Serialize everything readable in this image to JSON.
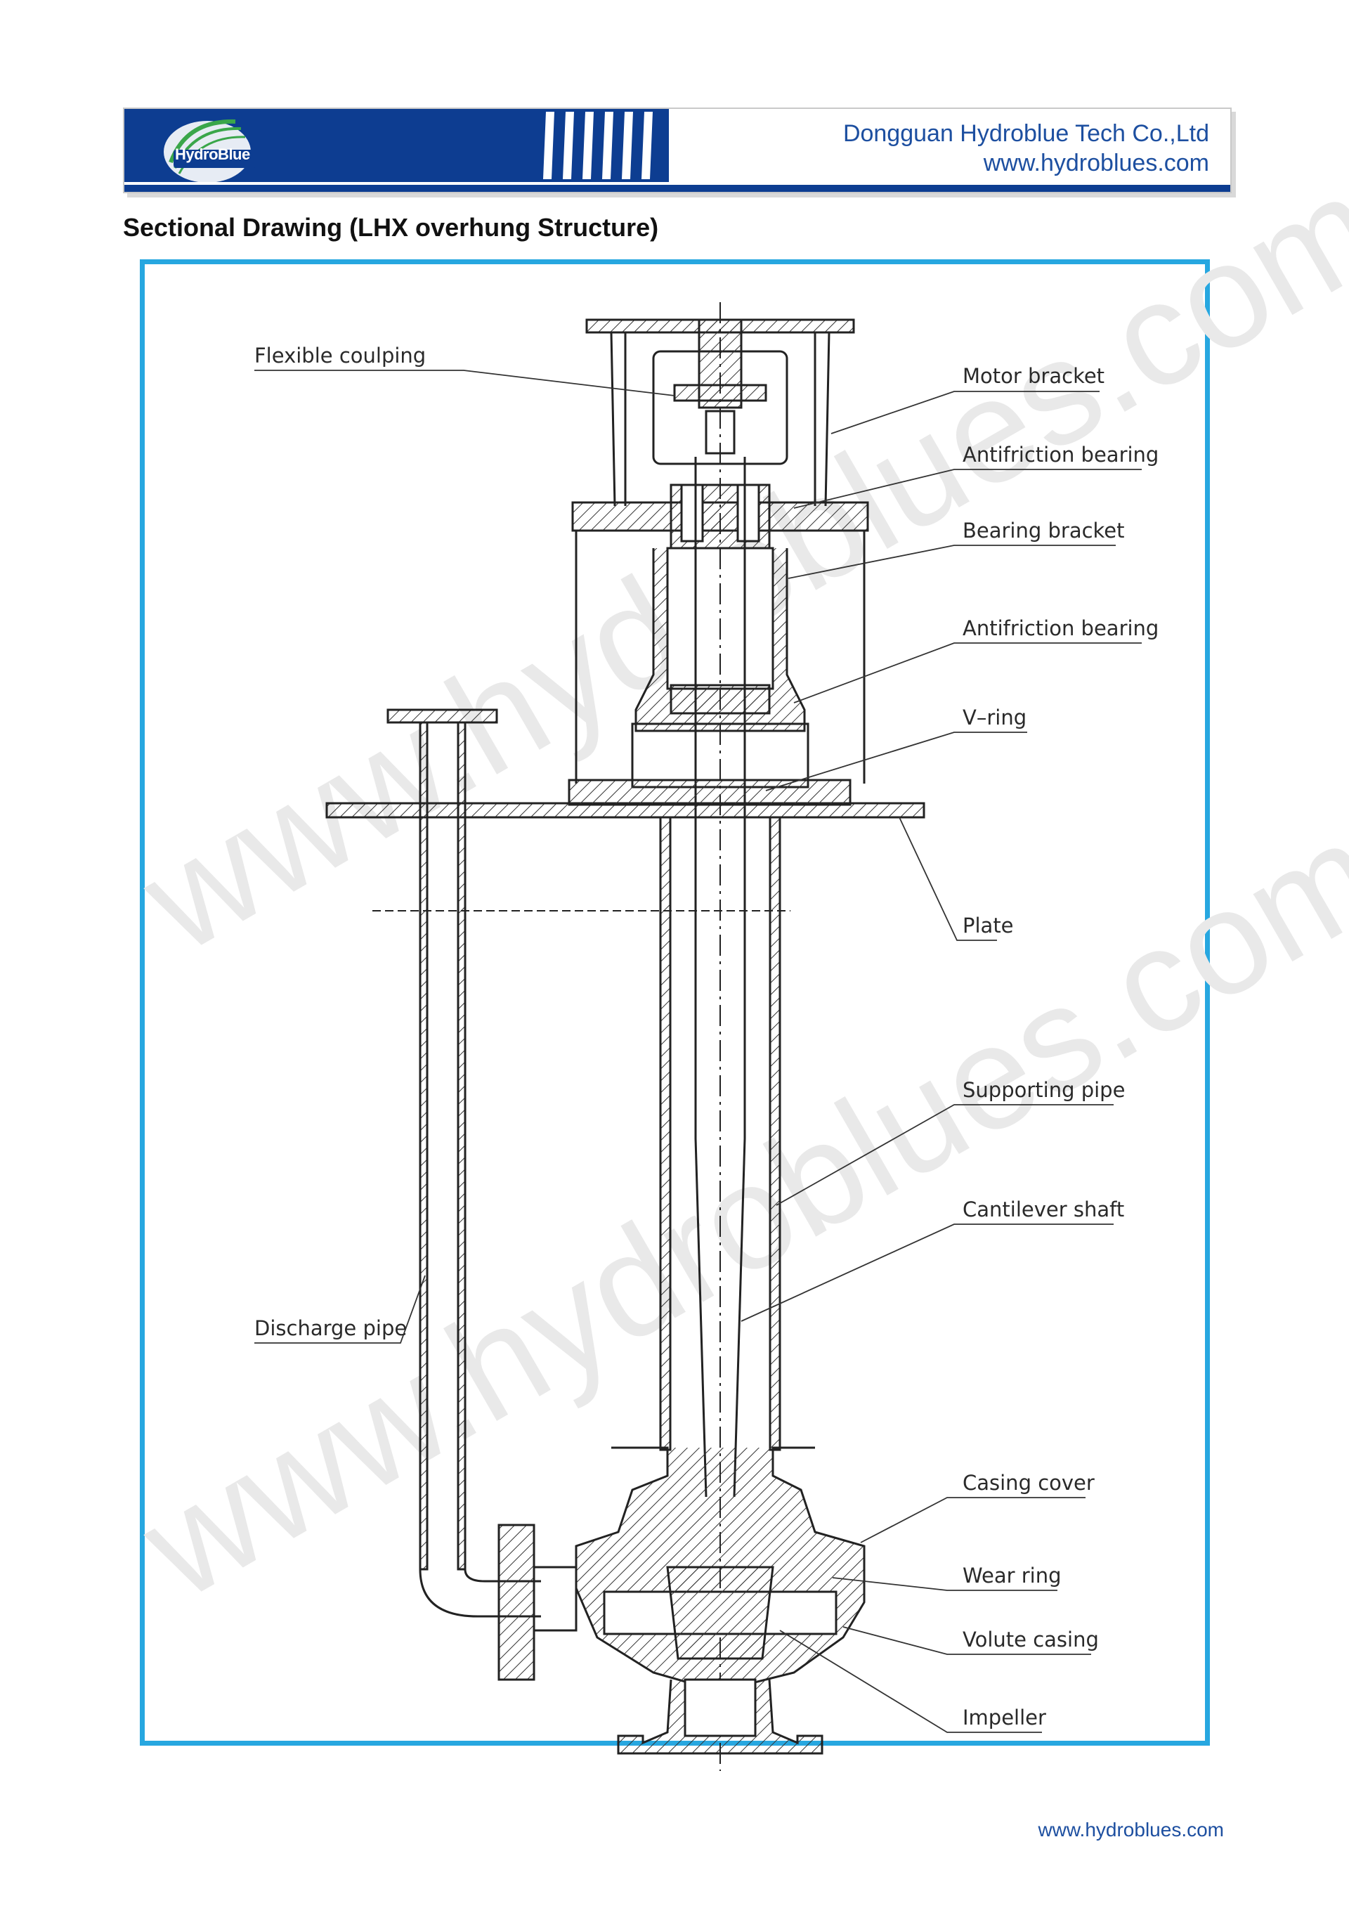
{
  "header": {
    "logo_text": "HydroBlue",
    "company_name": "Dongguan Hydroblue Tech Co.,Ltd",
    "website": "www.hydroblues.com"
  },
  "page_title": "Sectional Drawing (LHX overhung Structure)",
  "watermarks": [
    "www.hydroblues.com",
    "www.hydroblues.com"
  ],
  "labels": {
    "flexible_coupling": "Flexible coulping",
    "motor_bracket": "Motor bracket",
    "antifriction_bearing_upper": "Antifriction bearing",
    "bearing_bracket": "Bearing bracket",
    "antifriction_bearing_lower": "Antifriction bearing",
    "v_ring": "V–ring",
    "plate": "Plate",
    "supporting_pipe": "Supporting pipe",
    "cantilever_shaft": "Cantilever shaft",
    "discharge_pipe": "Discharge pipe",
    "casing_cover": "Casing cover",
    "wear_ring": "Wear ring",
    "volute_casing": "Volute casing",
    "impeller": "Impeller"
  },
  "colors": {
    "header_blue": "#0d3d91",
    "frame_blue": "#27a7e0",
    "text_blue": "#1d4fa0"
  },
  "footer": {
    "website": "www.hydroblues.com"
  }
}
